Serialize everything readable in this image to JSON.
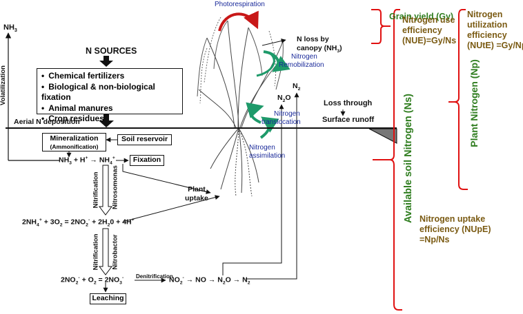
{
  "photorespiration": "Photorespiration",
  "grain_yield": "Grain yield (Gy)",
  "nue": [
    "Nitrogen use",
    "efficiency",
    "(NUE)=Gy/Ns"
  ],
  "nute": [
    "Nitrogen",
    "utilization",
    "efficiency",
    "(NUtE) =Gy/Np"
  ],
  "plant_nitrogen": "Plant Nitrogen (Np)",
  "available_soil_nitrogen": "Available soil Nitrogen (Ns)",
  "nupe": [
    "Nitrogen uptake",
    "efficiency (NUpE)",
    "=Np/Ns"
  ],
  "n_loss_canopy": [
    "N loss by",
    "canopy (NH",
    ")"
  ],
  "nitrogen_remobilization": [
    "Nitrogen",
    "Remobilization"
  ],
  "nitrogen_translocation": [
    "Nitrogen",
    "translocation"
  ],
  "nitrogen_assimilation": [
    "Nitrogen",
    "assimilation"
  ],
  "nh3_top": "NH",
  "volatilization": "Volatilization",
  "n_sources_title": "N SOURCES",
  "n_sources": [
    "Chemical fertilizers",
    "Biological & non-biological fixation",
    "Animal manures",
    "Crop residues"
  ],
  "aerial_n_deposition": "Aerial N deposition",
  "mineralization": "Mineralization",
  "ammonification": "(Ammonification)",
  "soil_reservoir": "Soil reservoir",
  "fixation": "Fixation",
  "nitrification": "Nitrification",
  "nitrosomonas": "Nitrosomonas",
  "nitrobactor": "Nitrobactor",
  "plant_uptake": [
    "Plant",
    "uptake"
  ],
  "denitrification": "Denitrification",
  "leaching": "Leaching",
  "loss_through": "Loss through",
  "surface_runoff": "Surface runoff",
  "n2o_label": "N",
  "n2_label": "N",
  "colors": {
    "olive": "#7a5a12",
    "green": "#2f7d1f",
    "blue": "#1a2a9a",
    "red": "#e01010",
    "teal": "#1e9a6a",
    "arrow_red": "#c81818"
  }
}
